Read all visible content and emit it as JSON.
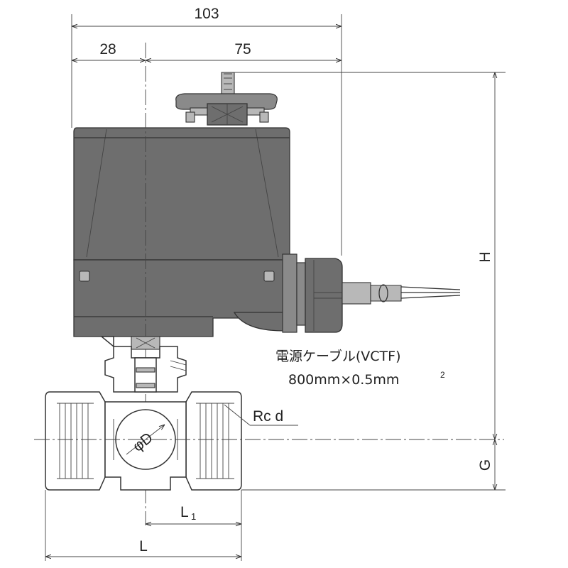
{
  "dimensions": {
    "overall_width": "103",
    "left_offset": "28",
    "right_offset": "75",
    "height": "H",
    "g": "G",
    "length": "L",
    "l1_main": "L",
    "l1_sub": "1",
    "bore": "φD",
    "port_thread": "Rc d"
  },
  "cable_note": {
    "line1": "電源ケーブル(VCTF)",
    "line2": "800mm×0.5mm",
    "line2_sup": "2"
  },
  "colors": {
    "actuator_body": "#6e6e6e",
    "line": "#333333",
    "background": "#ffffff"
  }
}
